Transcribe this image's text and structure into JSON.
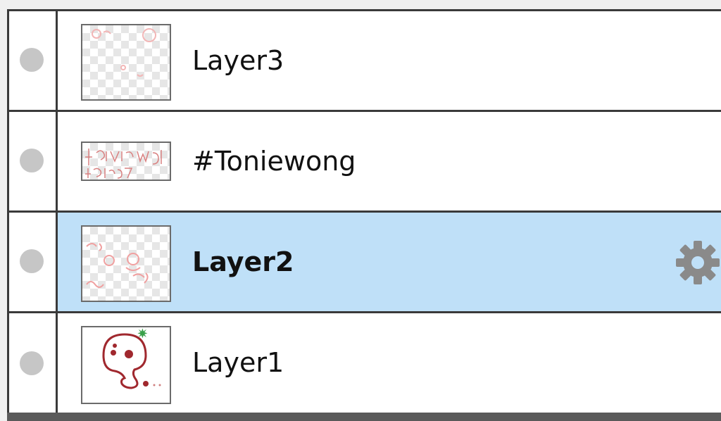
{
  "layers": [
    {
      "name": "Layer3",
      "selected": false
    },
    {
      "name": "#Toniewong",
      "selected": false
    },
    {
      "name": "Layer2",
      "selected": true
    },
    {
      "name": "Layer1",
      "selected": false
    }
  ],
  "colors": {
    "selection": "#bfe0f8",
    "border": "#3a3a3a",
    "visibility_dot": "#c6c6c6",
    "gear": "#8a8a8a"
  },
  "icons": {
    "visibility": "visibility-toggle-icon",
    "settings": "gear-icon"
  }
}
